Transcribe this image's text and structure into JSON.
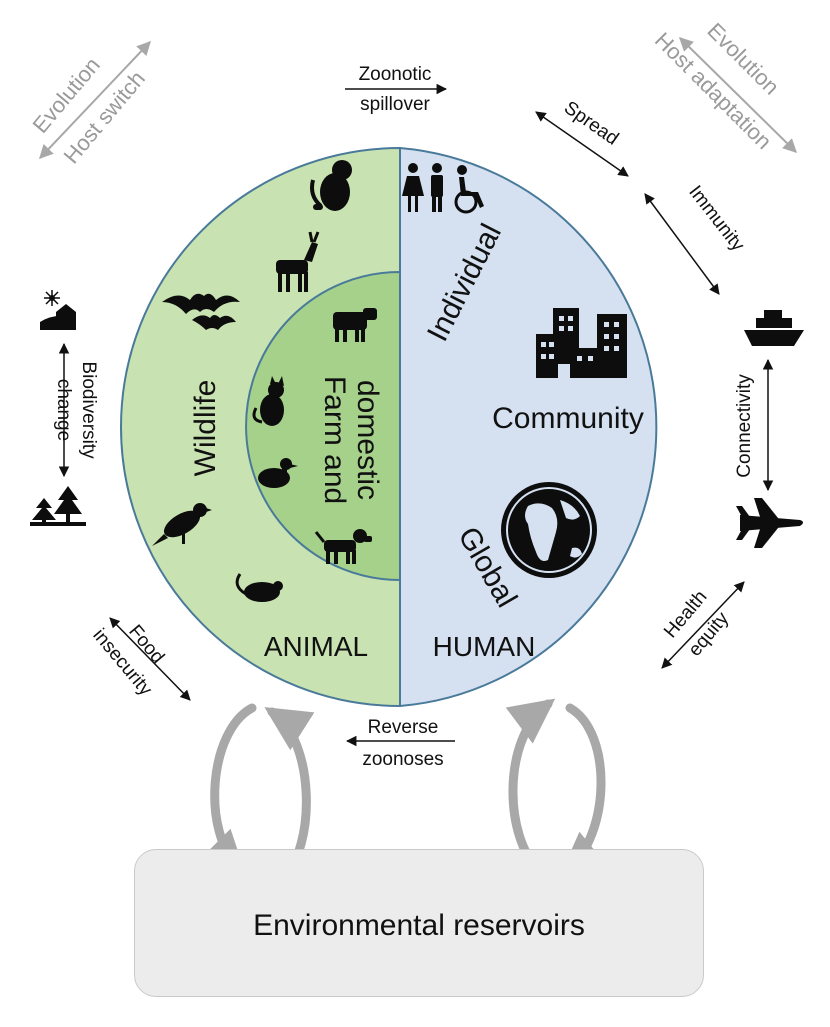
{
  "colors": {
    "animal_fill": "#c8e3b1",
    "domestic_fill": "#a6d18b",
    "human_fill": "#d5e1f1",
    "outline": "#4a7a9a",
    "grey_arrow": "#a8a8a8",
    "environment_box": "#ececec"
  },
  "animal": {
    "title": "ANIMAL",
    "wildlife_label": "Wildlife",
    "domestic_line1": "Farm and",
    "domestic_line2": "domestic"
  },
  "human": {
    "title": "HUMAN",
    "individual_label": "Individual",
    "community_label": "Community",
    "global_label": "Global"
  },
  "flows": {
    "zoonotic_line1": "Zoonotic",
    "zoonotic_line2": "spillover",
    "reverse_line1": "Reverse",
    "reverse_line2": "zoonoses"
  },
  "drivers": {
    "evolution_left": "Evolution",
    "host_switch": "Host switch",
    "evolution_right": "Evolution",
    "host_adaptation": "Host adaptation",
    "spread": "Spread",
    "immunity": "Immunity",
    "connectivity": "Connectivity",
    "health_line1": "Health",
    "health_line2": "equity",
    "food_line1": "Food",
    "food_line2": "insecurity",
    "biodiversity_line1": "Biodiversity",
    "biodiversity_line2": "change"
  },
  "environment": {
    "label": "Environmental reservoirs"
  },
  "icons": [
    "monkey-icon",
    "deer-icon",
    "bat-icon",
    "bird-icon",
    "mouse-icon",
    "cow-icon",
    "cat-icon",
    "duck-icon",
    "dog-icon",
    "people-icon",
    "wheelchair-icon",
    "city-buildings-icon",
    "globe-icon",
    "ship-icon",
    "airplane-icon",
    "farm-icon",
    "forest-icon"
  ]
}
